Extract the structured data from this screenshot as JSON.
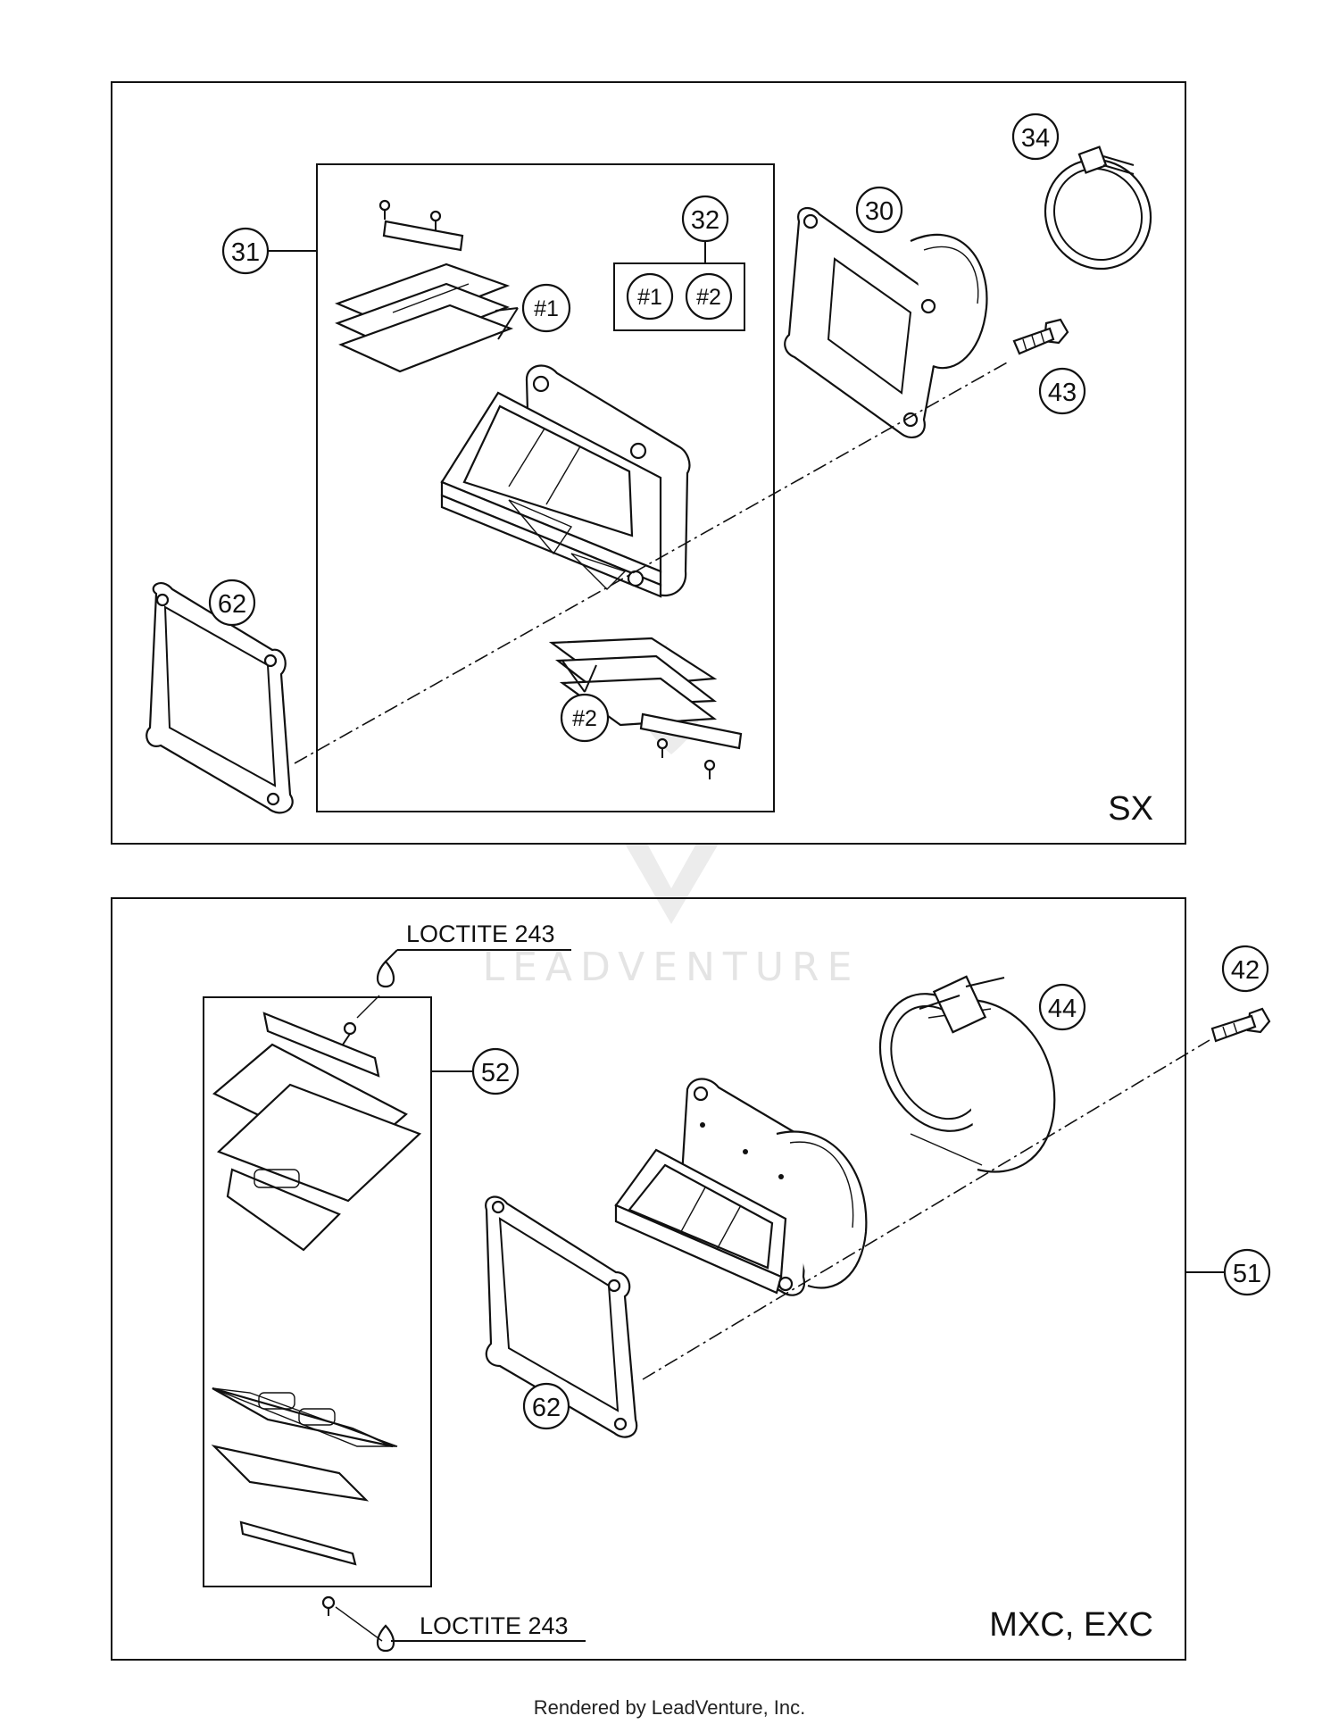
{
  "panels": [
    {
      "label": "SX",
      "callouts": [
        "31",
        "32",
        "34",
        "30",
        "43",
        "62"
      ],
      "sub_callouts": [
        "#1",
        "#2",
        "#1",
        "#2"
      ]
    },
    {
      "label": "MXC, EXC",
      "callouts": [
        "52",
        "42",
        "44",
        "51",
        "62"
      ],
      "notes": [
        "LOCTITE 243",
        "LOCTITE 243"
      ]
    }
  ],
  "watermark": "LEADVENTURE",
  "footer": "Rendered by LeadVenture, Inc."
}
